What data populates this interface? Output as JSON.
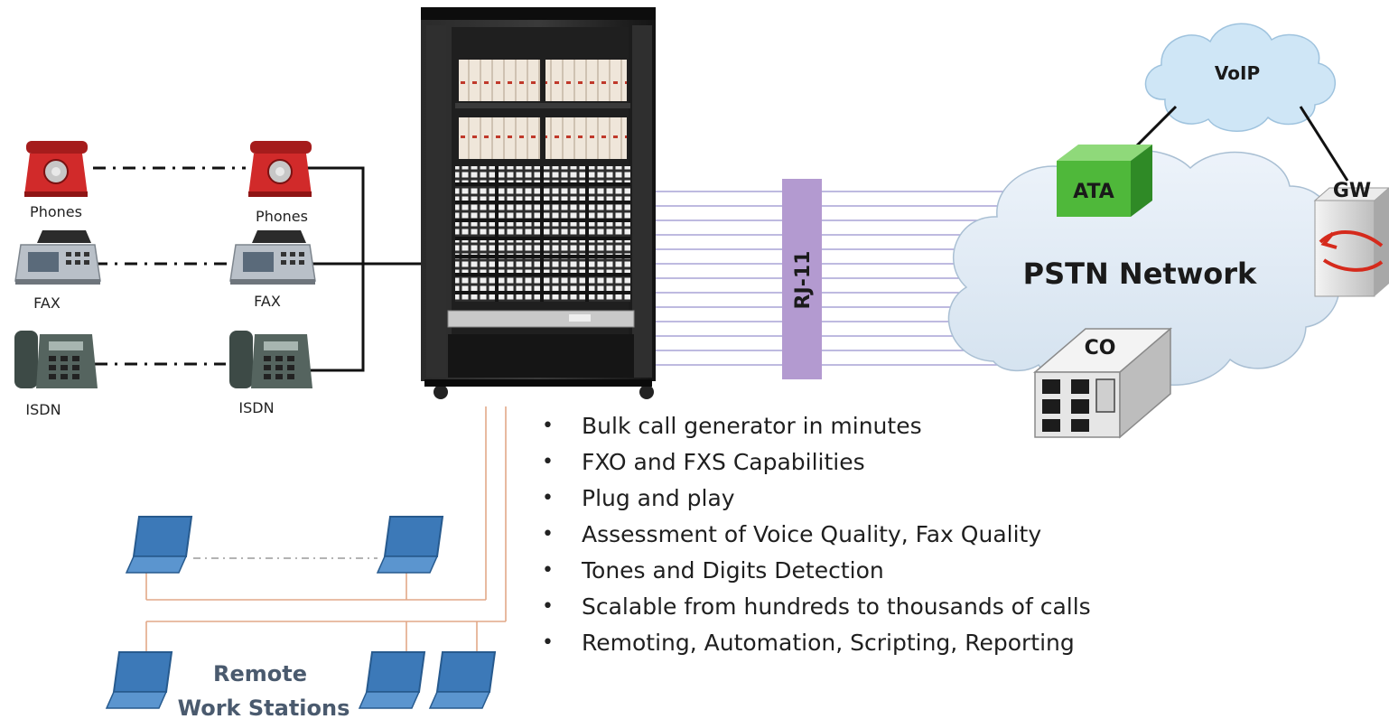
{
  "labels": {
    "phones_left": "Phones",
    "phones_right": "Phones",
    "fax_left": "FAX",
    "fax_right": "FAX",
    "isdn_left": "ISDN",
    "isdn_right": "ISDN",
    "rj11": "RJ-11",
    "voip": "VoIP",
    "ata": "ATA",
    "gw": "GW",
    "pstn": "PSTN Network",
    "co": "CO",
    "remote_line1": "Remote",
    "remote_line2": "Work Stations"
  },
  "features": [
    "Bulk call generator in minutes",
    "FXO and FXS Capabilities",
    "Plug and play",
    "Assessment of Voice Quality, Fax Quality",
    "Tones and Digits Detection",
    "Scalable from hundreds to thousands of calls",
    "Remoting, Automation, Scripting, Reporting"
  ],
  "colors": {
    "phone_red": "#d12a2a",
    "rack_black": "#1b1b1b",
    "rj11_band": "#b39ad0",
    "cable_lines": "#a9a3d6",
    "cloud_fill": "#dfeaf4",
    "ata_green": "#4fb83a",
    "laptop_blue": "#3c79b8",
    "lan_cable": "#e2a888"
  }
}
